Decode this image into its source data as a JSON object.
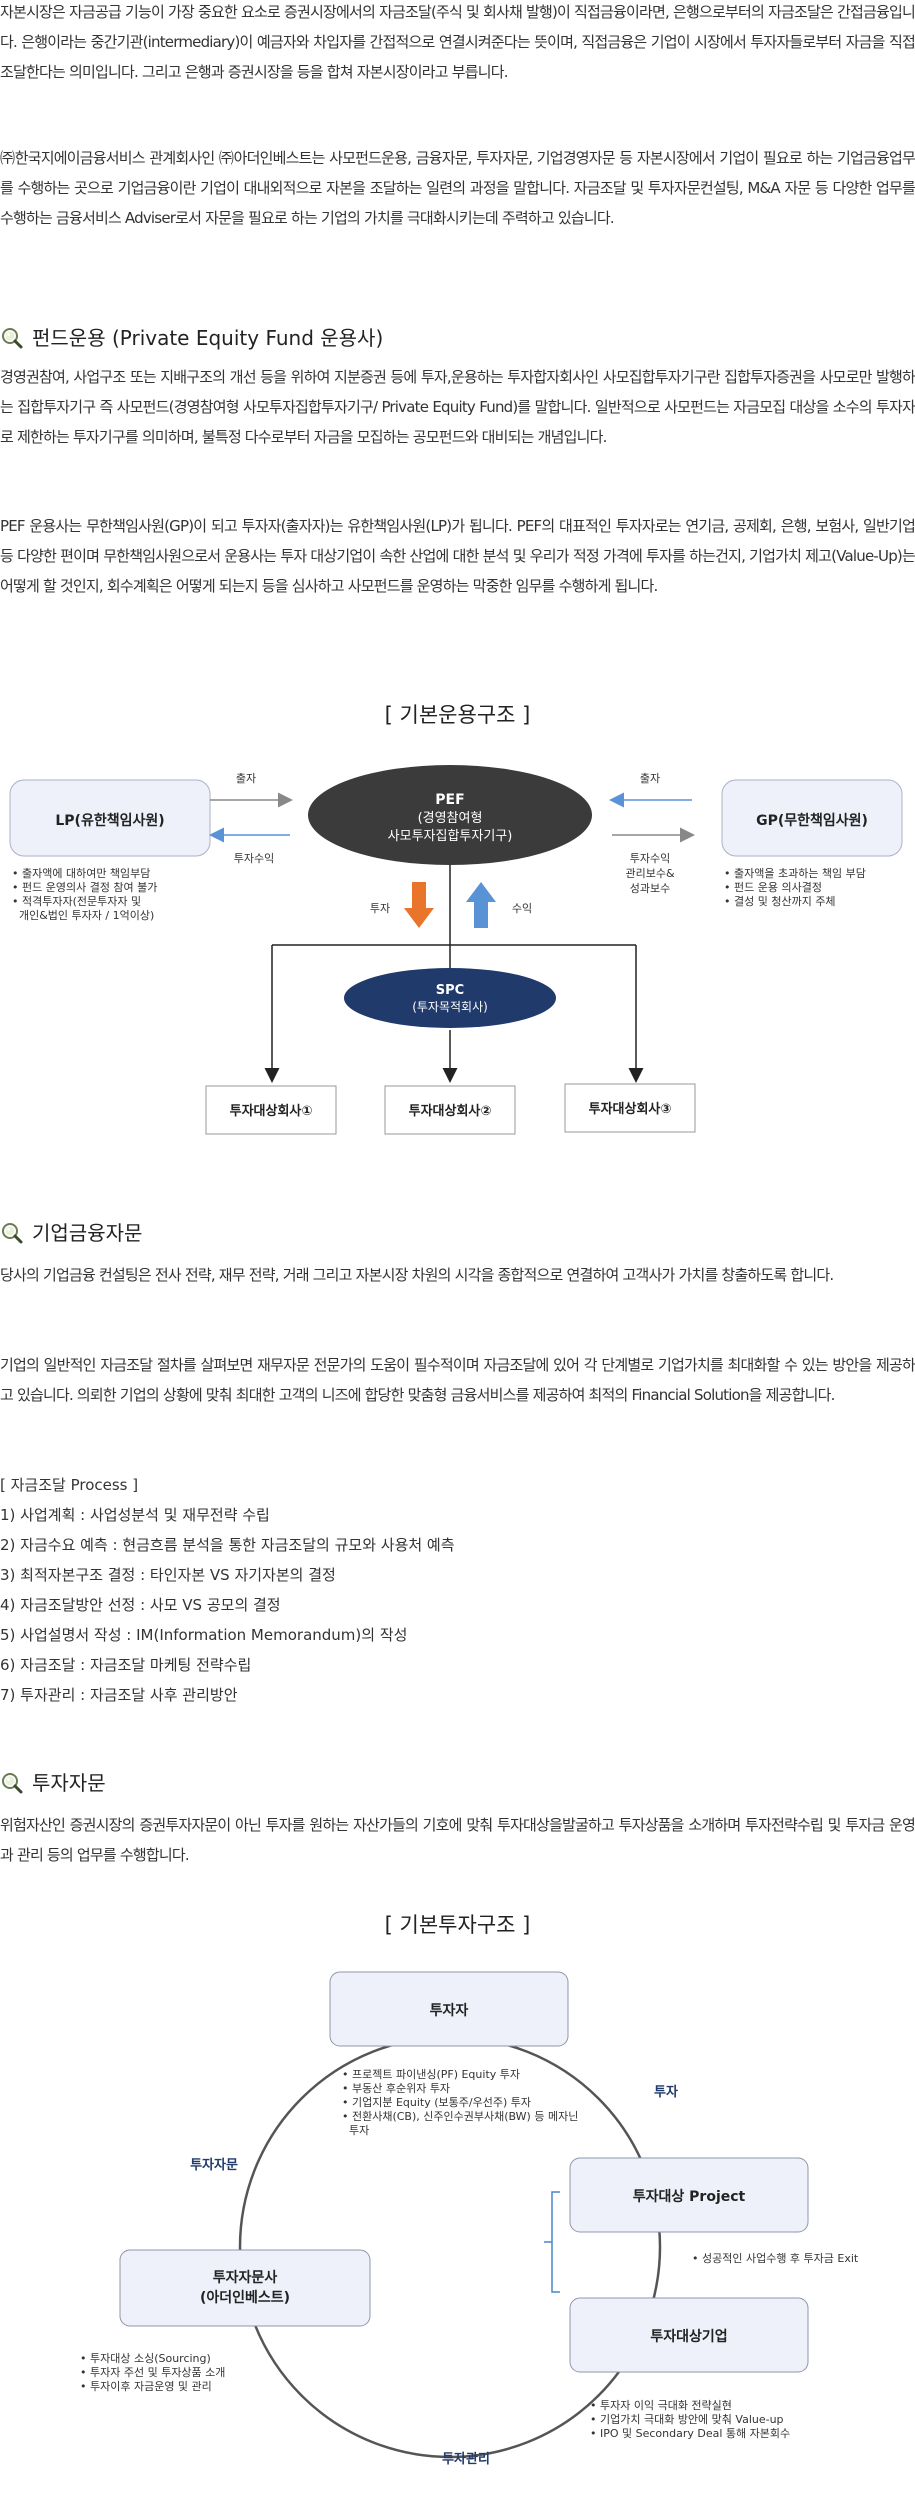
{
  "intro": {
    "p1": "자본시장은 자금공급 기능이 가장 중요한 요소로 증권시장에서의 자금조달(주식 및 회사채 발행)이 직접금융이라면, 은행으로부터의 자금조달은 간접금융입니다. 은행이라는 중간기관(intermediary)이 예금자와 차입자를 간접적으로 연결시켜준다는 뜻이며, 직접금융은 기업이 시장에서 투자자들로부터 자금을 직접 조달한다는 의미입니다. 그리고 은행과 증권시장을 등을 합쳐 자본시장이라고 부릅니다.",
    "p2": "㈜한국지에이금융서비스 관계회사인 ㈜아더인베스트는 사모펀드운용, 금융자문, 투자자문, 기업경영자문 등 자본시장에서 기업이 필요로 하는 기업금융업무를 수행하는 곳으로 기업금융이란 기업이 대내외적으로 자본을 조달하는 일련의 과정을 말합니다. 자금조달 및 투자자문컨설팅, M&A 자문 등 다양한 업무를 수행하는 금융서비스 Adviser로서 자문을 필요로 하는 기업의 가치를 극대화시키는데 주력하고 있습니다."
  },
  "fund": {
    "title": "펀드운용 (Private Equity Fund 운용사)",
    "p1": "경영권참여, 사업구조 또는 지배구조의 개선 등을 위하여 지분증권 등에 투자,운용하는 투자합자회사인 사모집합투자기구란 집합투자증권을 사모로만 발행하는 집합투자기구 즉 사모펀드(경영참여형 사모투자집합투자기구/ Private Equity Fund)를 말합니다. 일반적으로 사모펀드는 자금모집 대상을 소수의 투자자로 제한하는 투자기구를 의미하며, 불특정 다수로부터 자금을 모집하는 공모펀드와 대비되는 개념입니다.",
    "p2": "PEF 운용사는 무한책임사원(GP)이 되고 투자자(출자자)는 유한책임사원(LP)가 됩니다. PEF의 대표적인 투자자로는 연기금, 공제회, 은행, 보험사, 일반기업 등 다양한 편이며 무한책임사원으로서 운용사는 투자 대상기업이 속한 산업에 대한 분석 및 우리가 적정 가격에 투자를 하는건지, 기업가치 제고(Value-Up)는 어떻게 할 것인지, 회수계획은 어떻게 되는지 등을 심사하고 사모펀드를 운영하는 막중한 임무를 수행하게 됩니다.",
    "diagram_title": "[ 기본운용구조 ]",
    "diagram": {
      "lp_label": "LP(유한책임사원)",
      "gp_label": "GP(무한책임사원)",
      "pef_line1": "PEF",
      "pef_line2": "(경영참여형",
      "pef_line3": "사모투자집합투자기구)",
      "spc_line1": "SPC",
      "spc_line2": "(투자목적회사)",
      "chulja_left": "출자",
      "suik_left": "투자수익",
      "chulja_right": "출자",
      "right_ret1": "투자수익",
      "right_ret2": "관리보수&",
      "right_ret3": "성과보수",
      "tuja": "투자",
      "suik": "수익",
      "lp_notes": [
        "• 출자액에 대하여만 책임부담",
        "• 펀드 운영의사 결정 참여 불가",
        "• 적격투자자(전문투자자 및",
        "  개인&법인 투자자 / 1억이상)"
      ],
      "gp_notes": [
        "• 출자액을 초과하는 책임 부담",
        "• 펀드 운용 의사결정",
        "• 결성 및 청산까지 주체"
      ],
      "targets": [
        "투자대상회사①",
        "투자대상회사②",
        "투자대상회사③"
      ],
      "colors": {
        "dark": "#3b3b3b",
        "navy": "#1f3a6b",
        "orange": "#e9752b",
        "blue": "#5a92d6",
        "box": "#eef1fa"
      }
    }
  },
  "corp": {
    "title": "기업금융자문",
    "p1": "당사의 기업금융 컨설팅은 전사 전략, 재무 전략, 거래 그리고 자본시장 차원의 시각을 종합적으로 연결하여 고객사가 가치를 창출하도록 합니다.",
    "p2": "기업의 일반적인 자금조달 절차를 살펴보면 재무자문 전문가의 도움이 필수적이며 자금조달에 있어 각 단계별로 기업가치를 최대화할 수 있는 방안을 제공하고 있습니다. 의뢰한 기업의 상황에 맞춰 최대한 고객의 니즈에 합당한 맞춤형 금융서비스를 제공하여 최적의 Financial Solution을 제공합니다.",
    "process_title": "[ 자금조달 Process ]",
    "process": [
      "1) 사업계획 : 사업성분석 및 재무전략 수립",
      "2) 자금수요 예측 : 현금흐름 분석을 통한 자금조달의 규모와 사용처 예측",
      "3) 최적자본구조 결정 : 타인자본 VS 자기자본의 결정",
      "4) 자금조달방안 선정 : 사모 VS 공모의 결정",
      "5) 사업설명서 작성 : IM(Information Memorandum)의 작성",
      "6) 자금조달 : 자금조달 마케팅 전략수립",
      "7) 투자관리 : 자금조달 사후 관리방안"
    ]
  },
  "advisory": {
    "title": "투자자문",
    "p1": "위험자산인 증권시장의 증권투자자문이 아닌 투자를 원하는 자산가들의 기호에 맞춰 투자대상을발굴하고 투자상품을 소개하며 투자전략수립 및 투자금 운영과 관리 등의 업무를 수행합니다.",
    "diagram_title": "[ 기본투자구조 ]",
    "diagram": {
      "investor": "투자자",
      "project": "투자대상 Project",
      "company": "투자대상기업",
      "adviser_line1": "투자자문사",
      "adviser_line2": "(아더인베스트)",
      "label_tuja": "투자",
      "label_jamun": "투자자문",
      "label_gwanri": "투자관리",
      "investor_notes": [
        "• 프로젝트 파이낸싱(PF) Equity 투자",
        "• 부동산 후순위자 투자",
        "• 기업지분 Equity (보통주/우선주) 투자",
        "• 전환사채(CB), 신주인수권부사채(BW) 등 메자닌",
        "  투자"
      ],
      "project_note": "• 성공적인 사업수행 후 투자금 Exit",
      "adviser_notes": [
        "• 투자대상 소싱(Sourcing)",
        "• 투자자 주선 및 투자상품 소개",
        "• 투자이후 자금운영 및 관리"
      ],
      "company_notes": [
        "• 투자자 이익 극대화 전략실현",
        "• 기업가치 극대화 방안에 맞춰 Value-up",
        "• IPO 및 Secondary Deal 통해 자본회수"
      ],
      "colors": {
        "box": "#eef1fa",
        "border": "#8f97a8",
        "text": "#1f3a6b",
        "bracket": "#4a86c8"
      }
    }
  }
}
